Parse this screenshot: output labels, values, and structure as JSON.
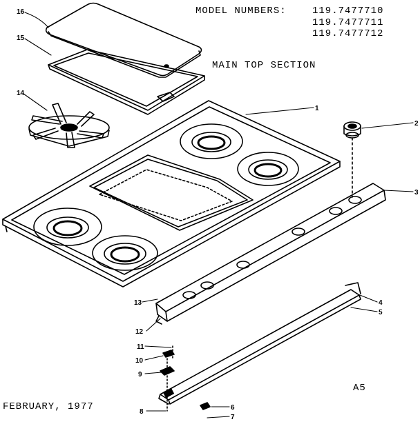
{
  "header": {
    "model_label": "MODEL NUMBERS:",
    "models": [
      "119.7477710",
      "119.7477711",
      "119.7477712"
    ],
    "section_title": "MAIN TOP SECTION"
  },
  "footer": {
    "date": "FEBRUARY, 1977",
    "page_code": "A5"
  },
  "callouts": [
    "1",
    "2",
    "3",
    "4",
    "5",
    "6",
    "7",
    "8",
    "9",
    "10",
    "11",
    "12",
    "13",
    "14",
    "15",
    "16"
  ],
  "colors": {
    "ink": "#000000",
    "paper": "#ffffff"
  }
}
